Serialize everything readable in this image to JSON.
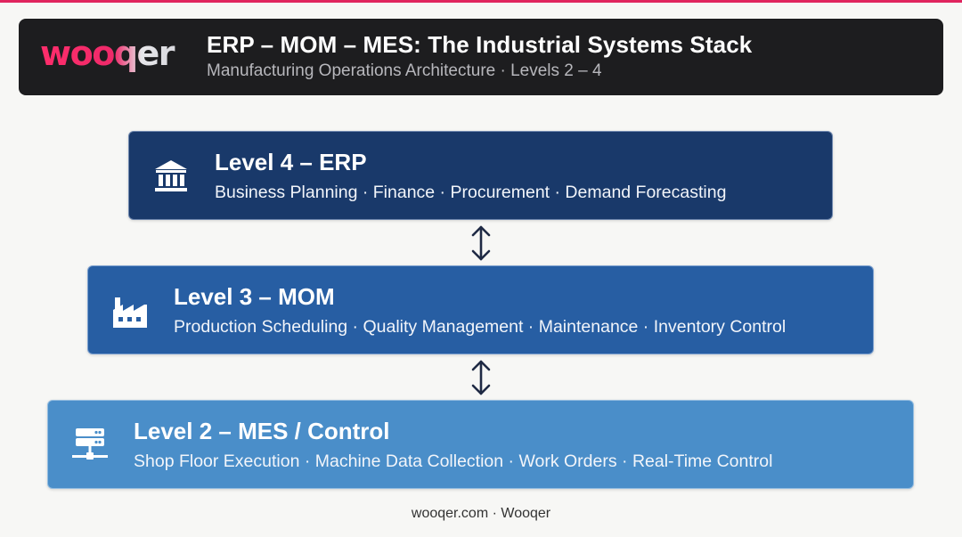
{
  "brand": {
    "logo_text": "wooqer",
    "accent_color": "#e0245e"
  },
  "header": {
    "title": "ERP – MOM – MES: The Industrial Systems Stack",
    "subtitle": "Manufacturing Operations Architecture · Levels 2 – 4"
  },
  "levels": [
    {
      "title": "Level 4 – ERP",
      "description": "Business Planning · Finance · Procurement · Demand Forecasting",
      "icon": "bank-building-icon",
      "color": "#19396a"
    },
    {
      "title": "Level 3 – MOM",
      "description": "Production Scheduling · Quality Management · Maintenance · Inventory Control",
      "icon": "factory-icon",
      "color": "#275ea3"
    },
    {
      "title": "Level 2 – MES / Control",
      "description": "Shop Floor Execution · Machine Data Collection · Work Orders · Real-Time Control",
      "icon": "server-network-icon",
      "color": "#4a8ec9"
    }
  ],
  "connectors": [
    "bidirectional-arrow-icon",
    "bidirectional-arrow-icon"
  ],
  "footer": {
    "text": "wooqer.com · Wooqer"
  }
}
